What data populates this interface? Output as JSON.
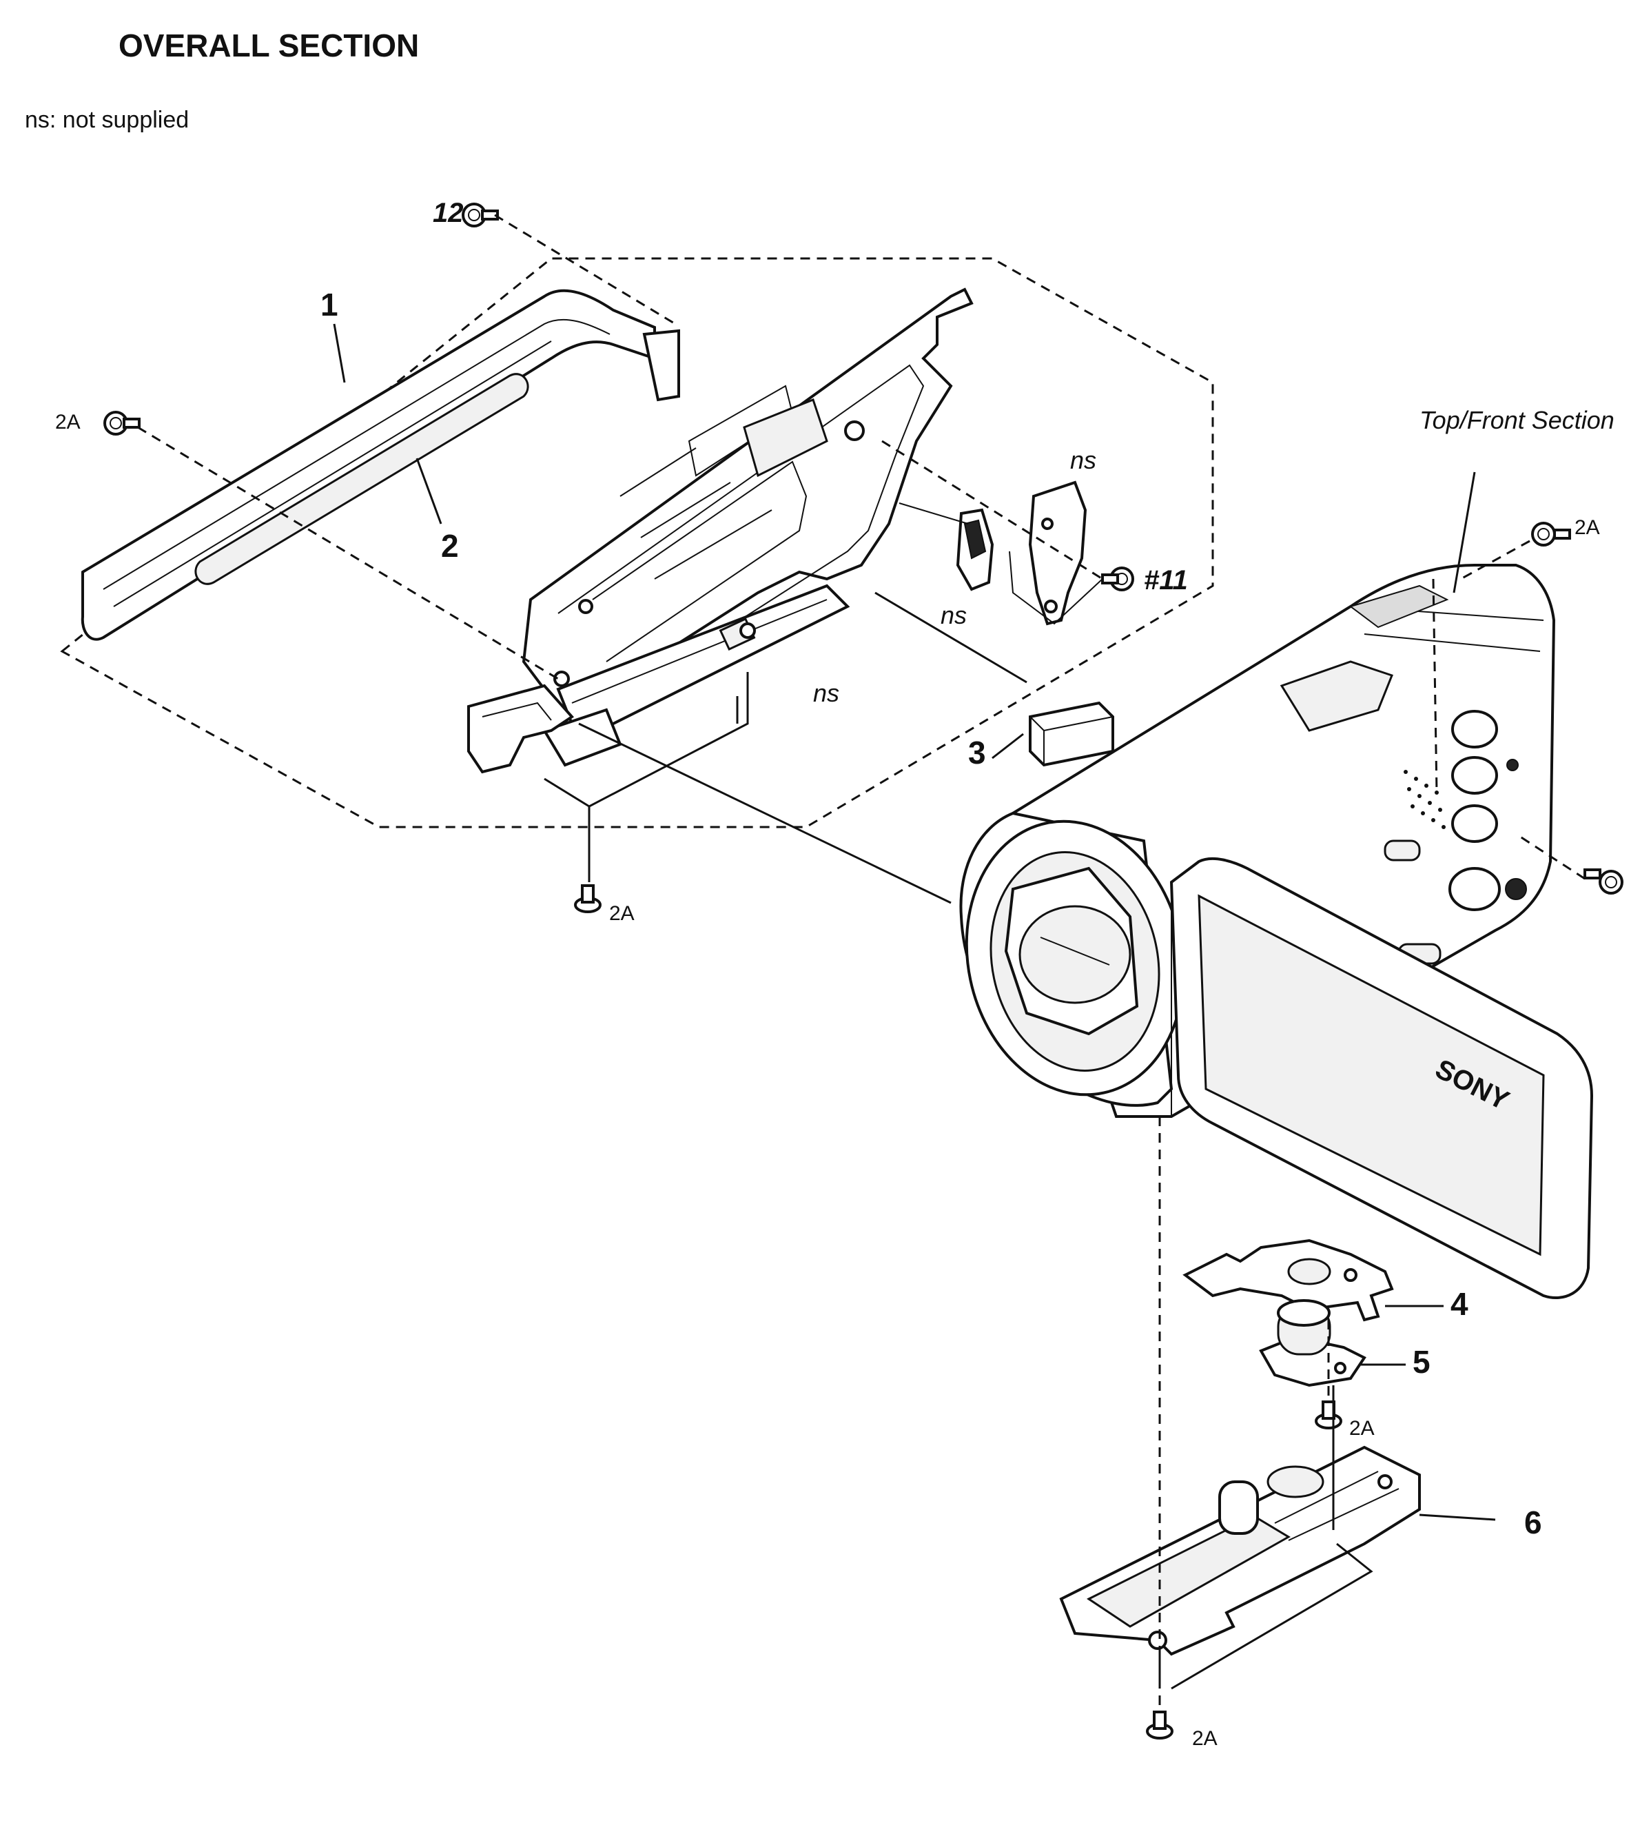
{
  "header": {
    "title": "OVERALL SECTION",
    "note": "ns: not supplied"
  },
  "labels": {
    "part_1": "1",
    "part_2": "2",
    "part_3": "3",
    "part_4": "4",
    "part_5": "5",
    "part_6": "6",
    "screw_12": "12",
    "screw_11": "#11",
    "screw_2a_left": "2A",
    "screw_2a_bottom_grip": "2A",
    "screw_2a_top_right": "2A",
    "screw_2a_mic": "2A",
    "screw_2a_bottom": "2A",
    "ns_top": "ns",
    "ns_middle": "ns",
    "ns_rail": "ns",
    "top_front_section": "Top/Front Section"
  },
  "icons": {
    "screw": "screw-icon",
    "camera": "camcorder-body-icon",
    "battery": "battery-icon",
    "microphone": "microphone-icon",
    "bracket": "bracket-icon",
    "board": "circuit-board-icon"
  }
}
